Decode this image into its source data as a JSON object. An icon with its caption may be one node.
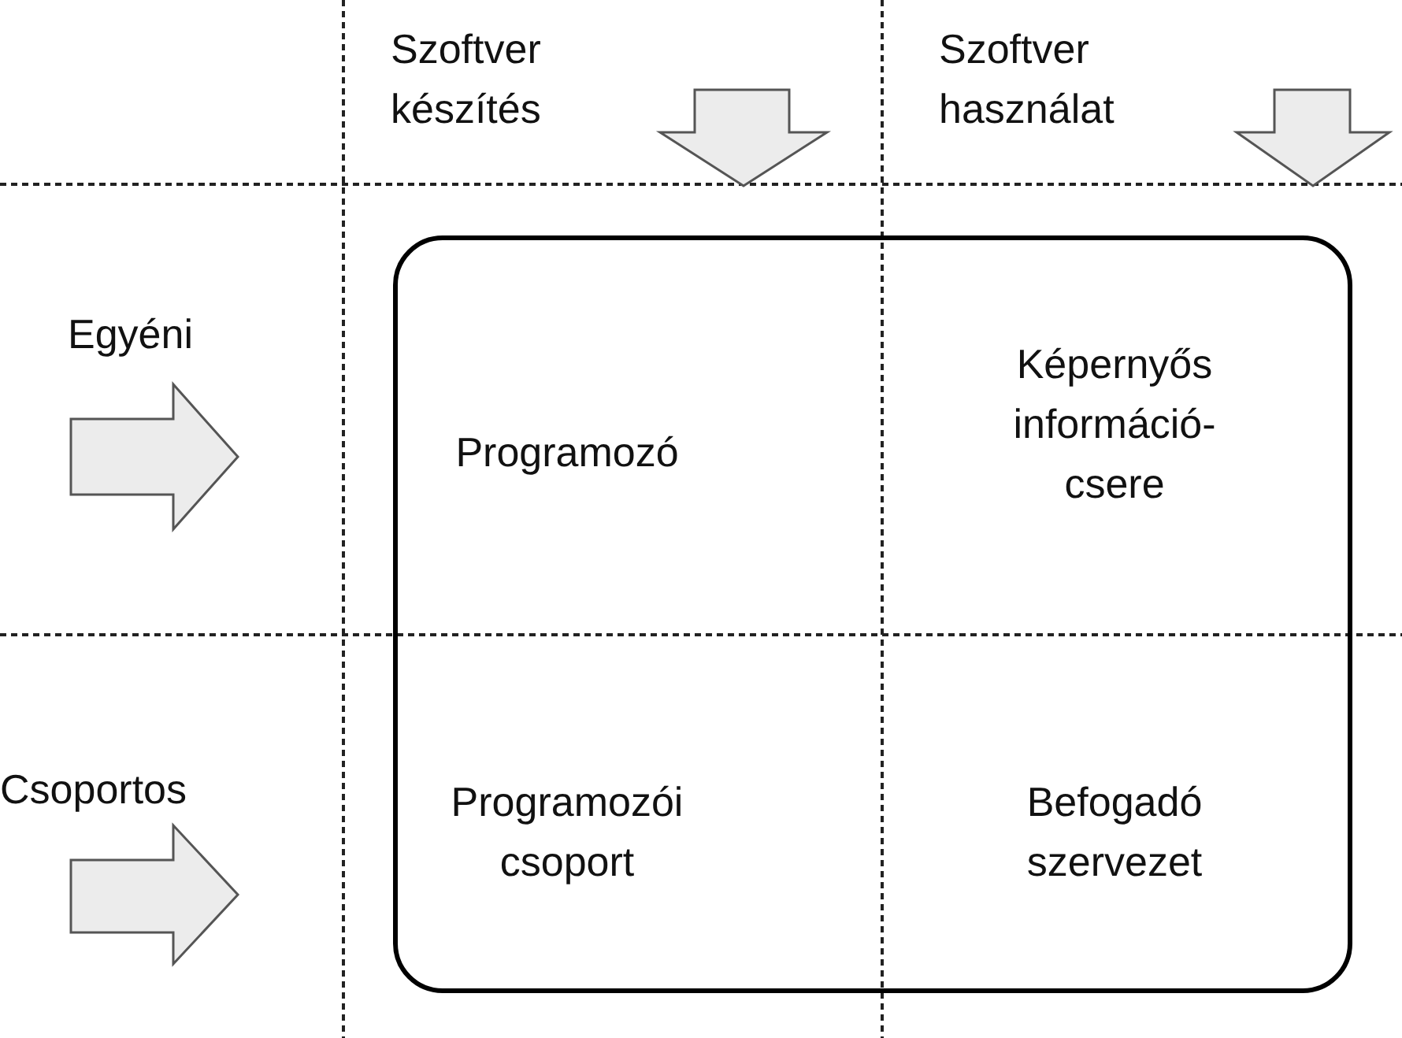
{
  "diagram": {
    "labels": [
      "Szoftver készítés",
      "Szoftver használat",
      "Egyéni",
      "Programozó",
      "Képernyős információ-csere",
      "Csoportos",
      "Programozói csoport",
      "Befogadó szervezet"
    ]
  }
}
